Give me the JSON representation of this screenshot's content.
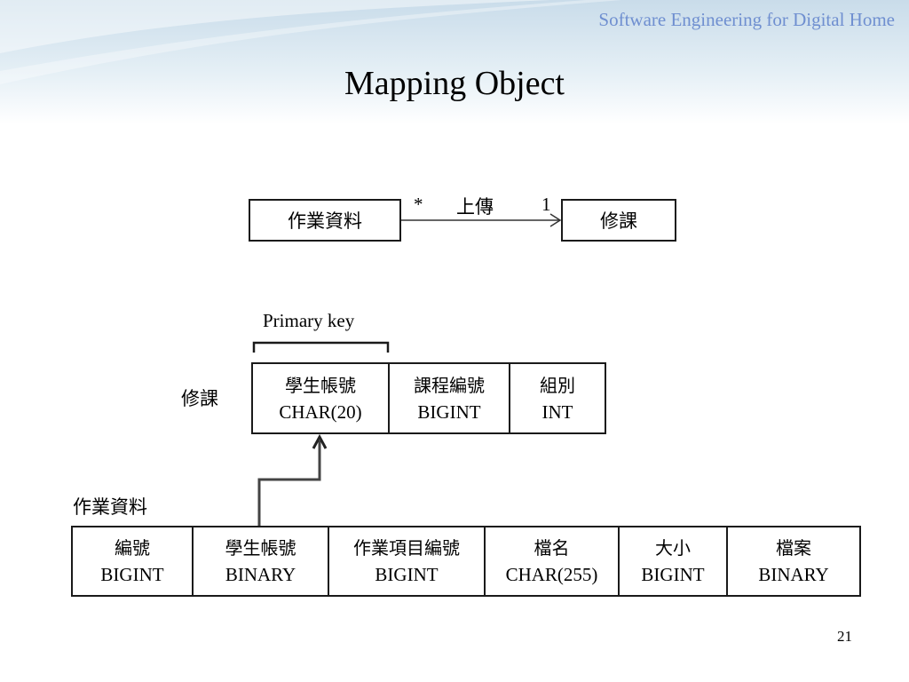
{
  "slide": {
    "header": "Software Engineering for Digital Home",
    "title": "Mapping Object",
    "page_number": "21"
  },
  "uml": {
    "source_class": "作業資料",
    "target_class": "修課",
    "association_name": "上傳",
    "source_multiplicity": "*",
    "target_multiplicity": "1"
  },
  "primary_key_label": "Primary key",
  "tables": {
    "course_enrollment": {
      "name": "修課",
      "columns": [
        {
          "name": "學生帳號",
          "type": "CHAR(20)"
        },
        {
          "name": "課程編號",
          "type": "BIGINT"
        },
        {
          "name": "組別",
          "type": "INT"
        }
      ]
    },
    "homework_data": {
      "name": "作業資料",
      "columns": [
        {
          "name": "編號",
          "type": "BIGINT"
        },
        {
          "name": "學生帳號",
          "type": "BINARY"
        },
        {
          "name": "作業項目編號",
          "type": "BIGINT"
        },
        {
          "name": "檔名",
          "type": "CHAR(255)"
        },
        {
          "name": "大小",
          "type": "BIGINT"
        },
        {
          "name": "檔案",
          "type": "BINARY"
        }
      ]
    }
  }
}
